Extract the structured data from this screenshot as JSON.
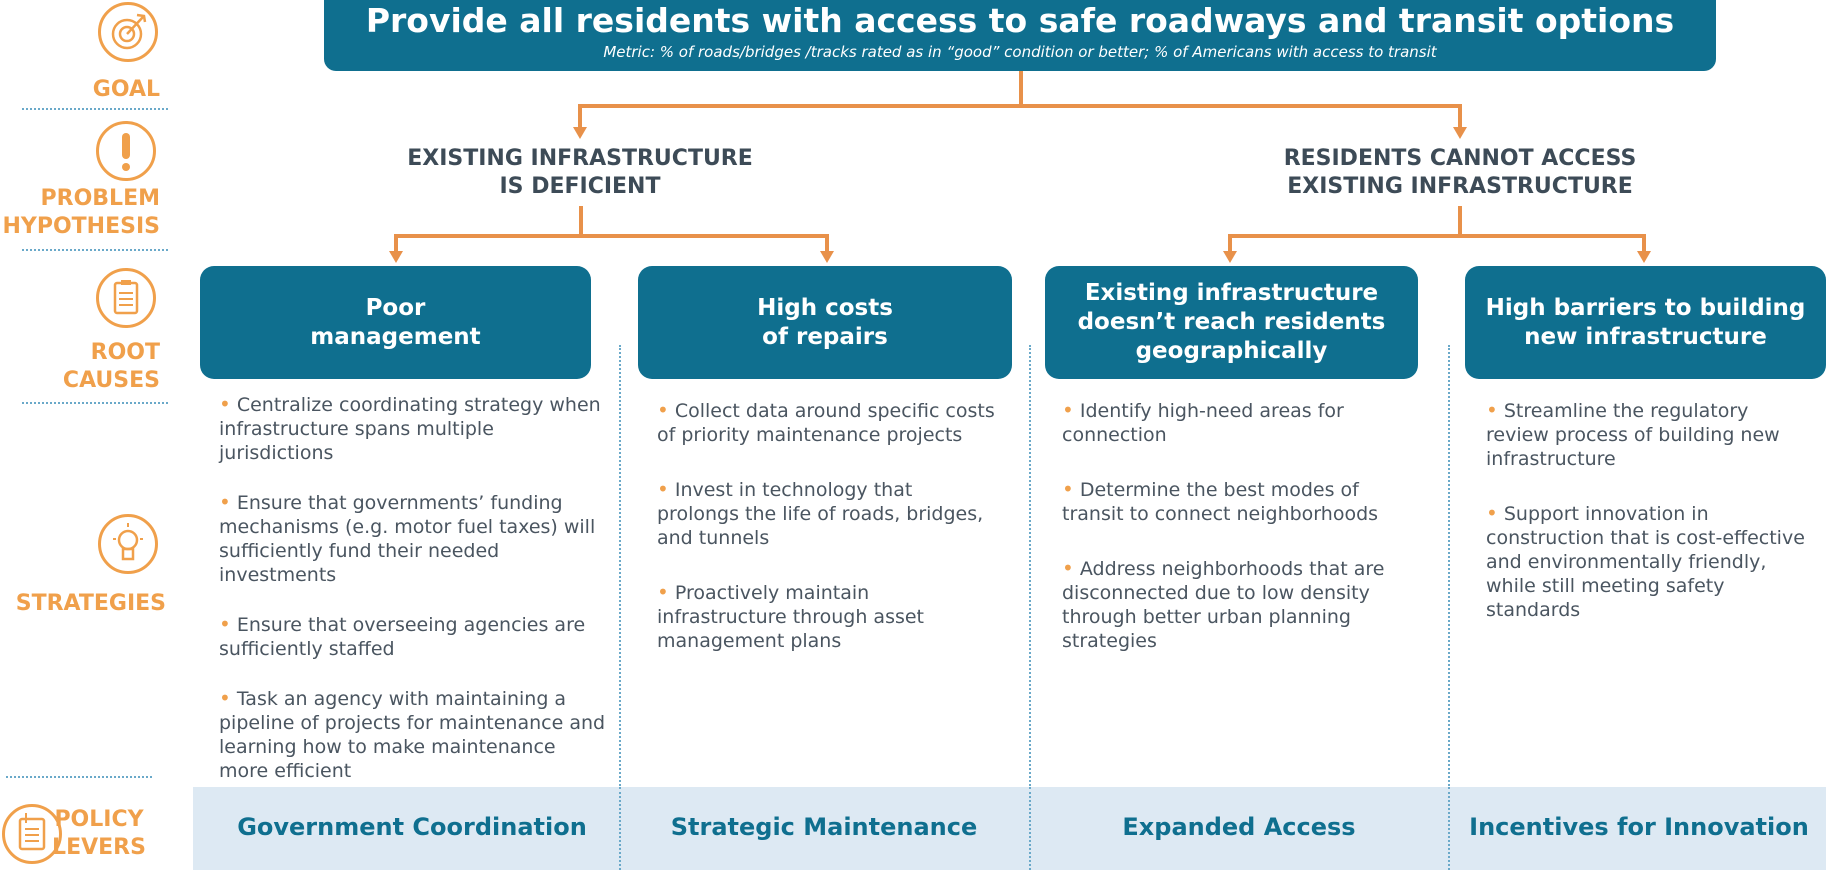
{
  "rail": {
    "goal": "GOAL",
    "problem_line1": "PROBLEM",
    "problem_line2": "HYPOTHESIS",
    "root_line1": "ROOT",
    "root_line2": "CAUSES",
    "strategies": "STRATEGIES",
    "policy_line1": "POLICY",
    "policy_line2": "LEVERS"
  },
  "goal": {
    "title": "Provide all residents with access to safe roadways and transit options",
    "metric": "Metric: % of roads/bridges /tracks rated as in “good” condition or better; % of Americans with access to transit"
  },
  "hypotheses": [
    {
      "line1": "EXISTING INFRASTRUCTURE",
      "line2": "IS DEFICIENT"
    },
    {
      "line1": "RESIDENTS CANNOT ACCESS",
      "line2": "EXISTING INFRASTRUCTURE"
    }
  ],
  "causes": [
    {
      "lines": [
        "Poor",
        "management"
      ]
    },
    {
      "lines": [
        "High costs",
        "of repairs"
      ]
    },
    {
      "lines": [
        "Existing infrastructure",
        "doesn’t reach residents",
        "geographically"
      ]
    },
    {
      "lines": [
        "High barriers to building",
        "new infrastructure"
      ]
    }
  ],
  "strategies": [
    [
      "Centralize coordinating strategy when infrastructure spans multiple jurisdictions",
      "Ensure that governments’ funding mechanisms (e.g. motor fuel taxes) will sufficiently fund their needed investments",
      "Ensure that overseeing agencies are sufficiently staffed",
      "Task an agency with maintaining a pipeline of projects for maintenance and learning how to make maintenance more efficient"
    ],
    [
      "Collect data around specific costs of priority maintenance projects",
      "Invest in technology that prolongs the life of roads, bridges, and tunnels",
      "Proactively maintain infrastructure through asset management plans"
    ],
    [
      "Identify high-need areas for connection",
      "Determine the best modes of transit to connect neighborhoods",
      "Address neighborhoods that are disconnected due to low density through better urban planning strategies"
    ],
    [
      "Streamline the regulatory review process of building new infrastructure",
      "Support innovation in construction that is cost-effective and environmentally friendly, while still meeting safety standards"
    ]
  ],
  "bullet_char": "•",
  "levers": [
    "Government Coordination",
    "Strategic Maintenance",
    "Expanded Access",
    "Incentives for Innovation"
  ],
  "colors": {
    "accent": "#f0a04b",
    "primary": "#0f6f8f",
    "policy_bg": "#dde9f3",
    "dots": "#6aa9c9"
  }
}
